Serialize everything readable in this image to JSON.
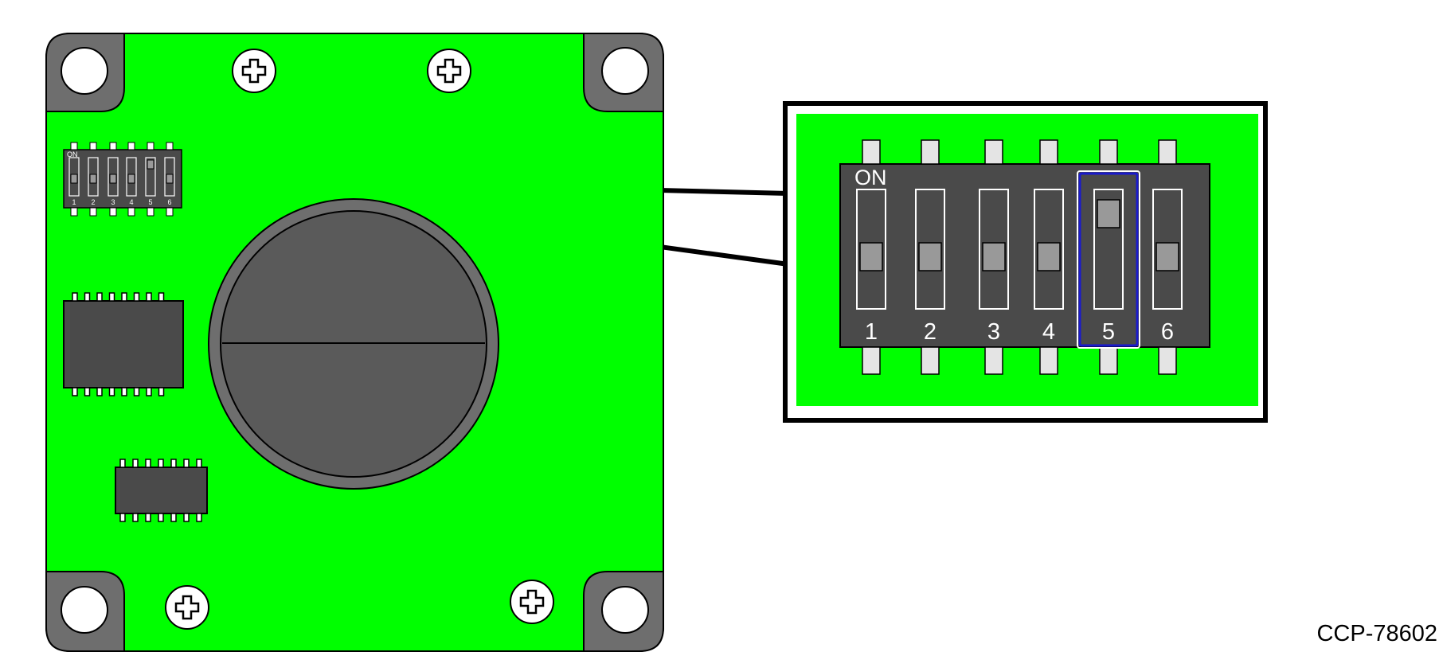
{
  "figure": {
    "id": "CCP-78602"
  },
  "colors": {
    "board": "#00ff00",
    "chip": "#4a4a4a",
    "corner": "#6e6e6e",
    "battery": "#5a5a5a",
    "pin": "#e4e4e4",
    "knob": "#999999",
    "highlight": "#1a1acc"
  },
  "dip_switch": {
    "on_label": "ON",
    "switches": [
      {
        "label": "1",
        "state": "off"
      },
      {
        "label": "2",
        "state": "off"
      },
      {
        "label": "3",
        "state": "off"
      },
      {
        "label": "4",
        "state": "off"
      },
      {
        "label": "5",
        "state": "on",
        "highlighted": true
      },
      {
        "label": "6",
        "state": "off"
      }
    ]
  }
}
